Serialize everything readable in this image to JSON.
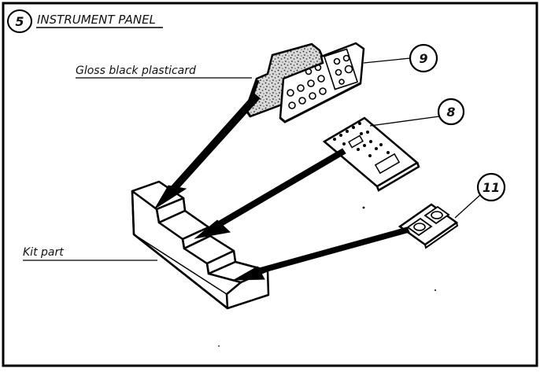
{
  "figure": {
    "step_number": "5",
    "title": "INSTRUMENT PANEL"
  },
  "labels": {
    "gloss_black_plasticard": "Gloss black plasticard",
    "kit_part": "Kit part"
  },
  "callouts": {
    "panel_main": "9",
    "panel_side": "8",
    "panel_small": "11"
  }
}
